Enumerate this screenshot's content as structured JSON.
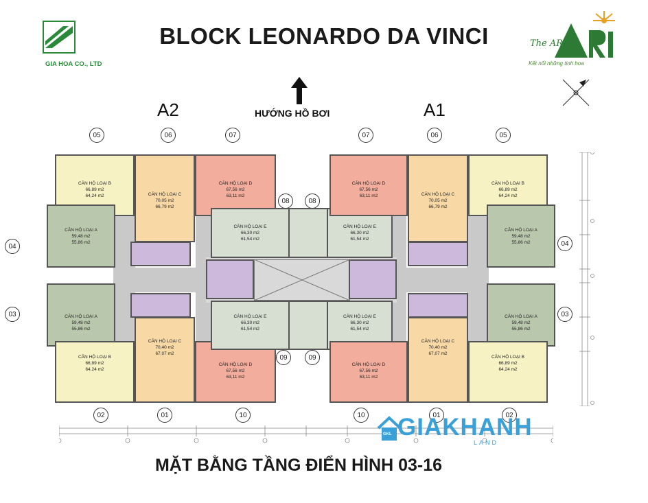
{
  "header": {
    "title": "BLOCK LEONARDO DA VINCI",
    "left_logo_text": "GIA HOA CO., LTD",
    "right_logo_text": "The ART",
    "right_logo_slogan": "Kết nối những tinh hoa"
  },
  "direction": {
    "label": "HƯỚNG HỒ BƠI"
  },
  "blocks": {
    "left": "A2",
    "right": "A1"
  },
  "unit_numbers": {
    "top_left": [
      "05",
      "06",
      "07"
    ],
    "top_right": [
      "07",
      "06",
      "05"
    ],
    "center_top": [
      "08",
      "08"
    ],
    "center_bottom": [
      "09",
      "09"
    ],
    "bottom_left": [
      "02",
      "01",
      "10"
    ],
    "bottom_right": [
      "10",
      "01",
      "02"
    ],
    "left_side": [
      "04",
      "03"
    ],
    "right_side": [
      "04",
      "03"
    ]
  },
  "units": {
    "a2_05": {
      "type": "CĂN HỘ LOẠI B",
      "area1": "66,89 m2",
      "area2": "64,24 m2"
    },
    "a2_06": {
      "type": "CĂN HỘ LOẠI C",
      "area1": "70,05 m2",
      "area2": "66,79 m2"
    },
    "a2_07": {
      "type": "CĂN HỘ LOẠI D",
      "area1": "67,56 m2",
      "area2": "63,11 m2"
    },
    "a2_04": {
      "type": "CĂN HỘ LOẠI A",
      "area1": "59,48 m2",
      "area2": "55,86 m2"
    },
    "a2_03": {
      "type": "CĂN HỘ LOẠI A",
      "area1": "59,48 m2",
      "area2": "55,86 m2"
    },
    "a2_02": {
      "type": "CĂN HỘ LOẠI B",
      "area1": "66,89 m2",
      "area2": "64,24 m2"
    },
    "a2_01": {
      "type": "CĂN HỘ LOẠI C",
      "area1": "70,40 m2",
      "area2": "67,07 m2"
    },
    "a2_10": {
      "type": "CĂN HỘ LOẠI D",
      "area1": "67,56 m2",
      "area2": "63,11 m2"
    },
    "a2_08": {
      "type": "CĂN HỘ LOẠI E",
      "area1": "66,30 m2",
      "area2": "61,54 m2"
    },
    "a2_09": {
      "type": "CĂN HỘ LOẠI E",
      "area1": "66,30 m2",
      "area2": "61,54 m2"
    },
    "a1_08": {
      "type": "CĂN HỘ LOẠI E",
      "area1": "66,30 m2",
      "area2": "61,54 m2"
    },
    "a1_09": {
      "type": "CĂN HỘ LOẠI E",
      "area1": "66,30 m2",
      "area2": "61,54 m2"
    },
    "a1_07": {
      "type": "CĂN HỘ LOẠI D",
      "area1": "67,56 m2",
      "area2": "63,11 m2"
    },
    "a1_06": {
      "type": "CĂN HỘ LOẠI C",
      "area1": "70,05 m2",
      "area2": "66,79 m2"
    },
    "a1_05": {
      "type": "CĂN HỘ LOẠI B",
      "area1": "66,89 m2",
      "area2": "64,24 m2"
    },
    "a1_04": {
      "type": "CĂN HỘ LOẠI A",
      "area1": "59,48 m2",
      "area2": "55,86 m2"
    },
    "a1_03": {
      "type": "CĂN HỘ LOẠI A",
      "area1": "59,48 m2",
      "area2": "55,86 m2"
    },
    "a1_10": {
      "type": "CĂN HỘ LOẠI D",
      "area1": "67,56 m2",
      "area2": "63,11 m2"
    },
    "a1_01": {
      "type": "CĂN HỘ LOẠI C",
      "area1": "70,40 m2",
      "area2": "67,07 m2"
    },
    "a1_02": {
      "type": "CĂN HỘ LOẠI B",
      "area1": "66,89 m2",
      "area2": "64,24 m2"
    }
  },
  "footer": {
    "title": "MẶT BẰNG TẦNG ĐIỂN HÌNH 03-16"
  },
  "watermark": {
    "brand": "GIAKHANH",
    "sub": "LAND",
    "badge": "GKL"
  },
  "colors": {
    "type_a": "#b9c8ac",
    "type_b": "#f6f2c3",
    "type_c": "#f8d9a6",
    "type_d": "#f2ad9c",
    "type_e": "#d7dfd2",
    "core": "#cdb9dc",
    "corridor": "#c9c9c9",
    "watermark": "#3aa0d8"
  }
}
